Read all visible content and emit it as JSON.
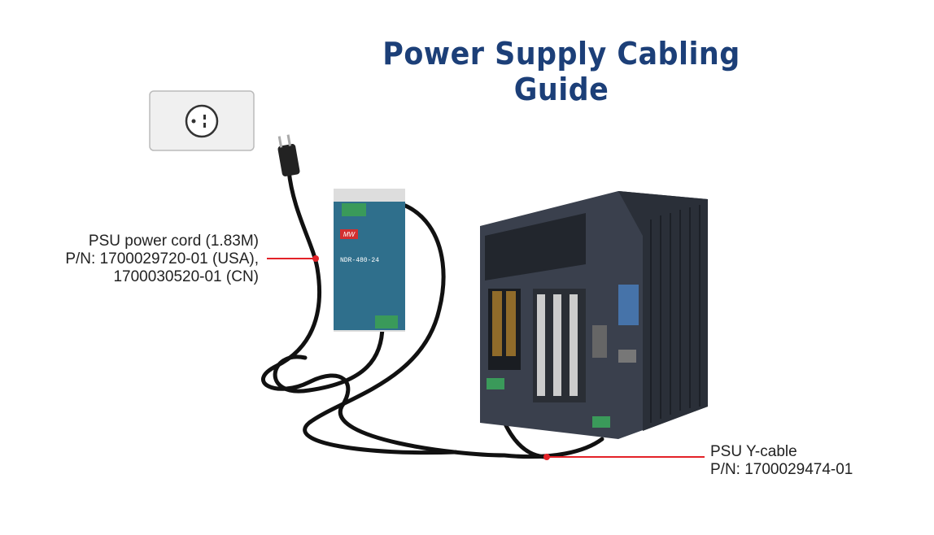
{
  "title": "Power Supply Cabling Guide",
  "power_cord": {
    "line1": "PSU power cord (1.83M)",
    "line2": "P/N: 1700029720-01 (USA),",
    "line3": "1700030520-01 (CN)"
  },
  "y_cable": {
    "line1": "PSU Y-cable",
    "line2": "P/N: 1700029474-01"
  },
  "psu_unit": {
    "model": "NDR-480-24",
    "logo": "MW"
  },
  "colors": {
    "title": "#1c3f78",
    "leader": "#e32228",
    "psu_body": "#2f6f8c",
    "chassis": "#2e3440"
  }
}
